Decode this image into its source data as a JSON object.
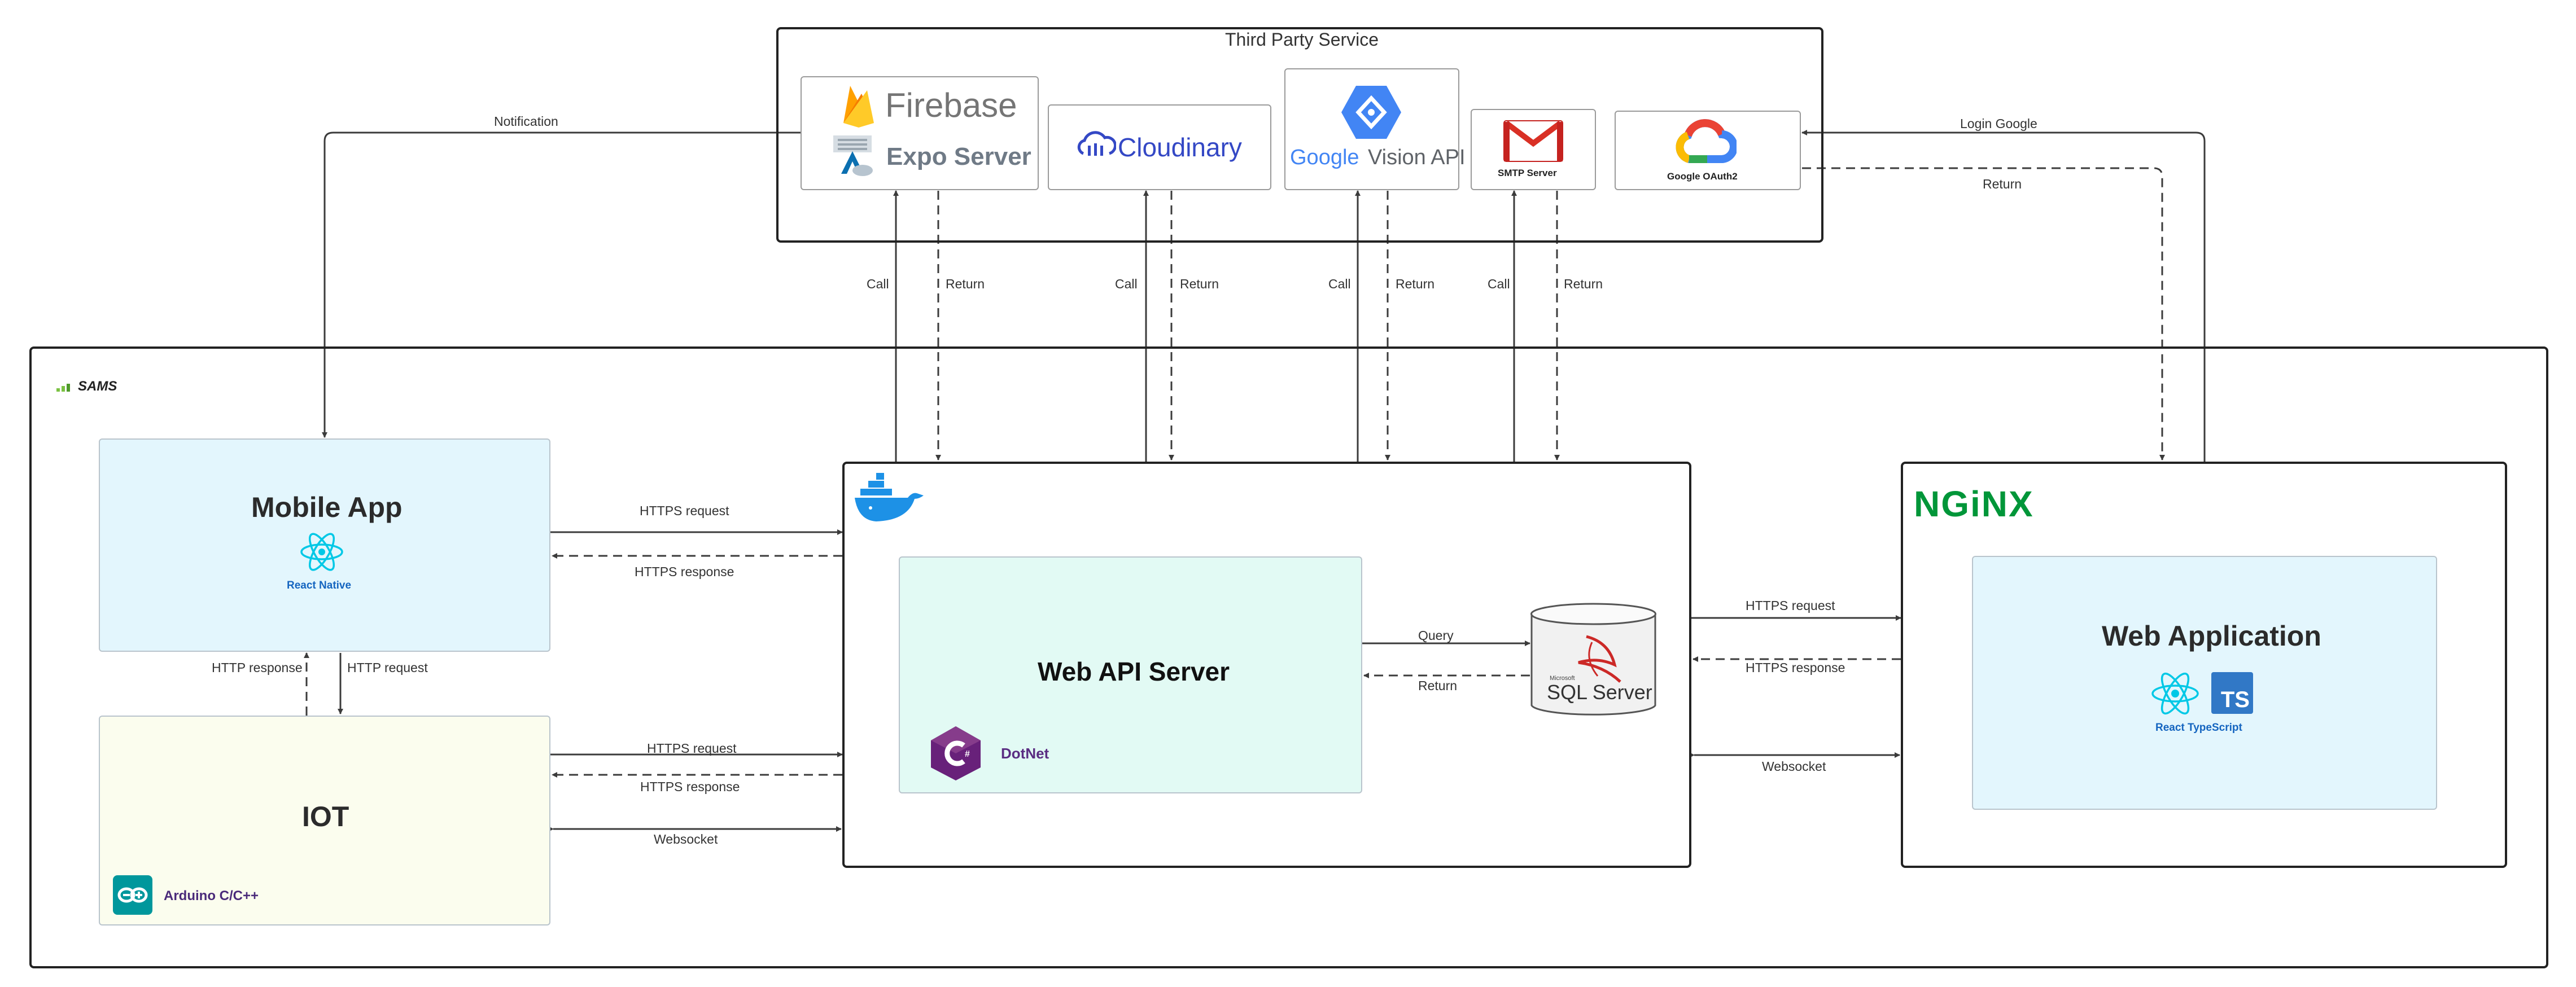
{
  "third_party": {
    "title": "Third Party Service",
    "firebase": "Firebase",
    "expo": "Expo Server",
    "cloudinary": "Cloudinary",
    "google_word": "Google",
    "vision": "Vision API",
    "smtp": "SMTP Server",
    "oauth": "Google OAuth2"
  },
  "sams": {
    "brand": "SAMS"
  },
  "mobile": {
    "title": "Mobile App",
    "tech": "React Native"
  },
  "iot": {
    "title": "IOT",
    "tech": "Arduino C/C++"
  },
  "api": {
    "title": "Web API Server",
    "tech": "DotNet"
  },
  "sql": {
    "small": "Microsoft",
    "name": "SQL Server"
  },
  "web": {
    "title": "Web Application",
    "tech": "React TypeScript",
    "ts": "TS"
  },
  "nginx": {
    "logo": "NGiNX"
  },
  "edges": {
    "notification": "Notification",
    "login_google": "Login Google",
    "return_oauth": "Return",
    "call_1": "Call",
    "return_1": "Return",
    "call_2": "Call",
    "return_2": "Return",
    "call_3": "Call",
    "return_3": "Return",
    "call_4": "Call",
    "return_4": "Return",
    "mobile_https_request": "HTTPS request",
    "mobile_https_response": "HTTPS response",
    "http_response": "HTTP response",
    "http_request": "HTTP request",
    "iot_https_request": "HTTPS request",
    "iot_https_response": "HTTPS response",
    "iot_websocket": "Websocket",
    "query": "Query",
    "sql_return": "Return",
    "web_https_request": "HTTPS request",
    "web_https_response": "HTTPS response",
    "web_websocket": "Websocket"
  },
  "colors": {
    "mobile_fill": "#e3f6fd",
    "iot_fill": "#fbfdee",
    "api_fill": "#e2faf4",
    "web_fill": "#e3f6fd",
    "react": "#00c8e6",
    "dotnet": "#5a2d82",
    "arduino": "#00979c",
    "nginx": "#009639",
    "firebase_text": "#757575",
    "cloudinary": "#3448c5"
  }
}
